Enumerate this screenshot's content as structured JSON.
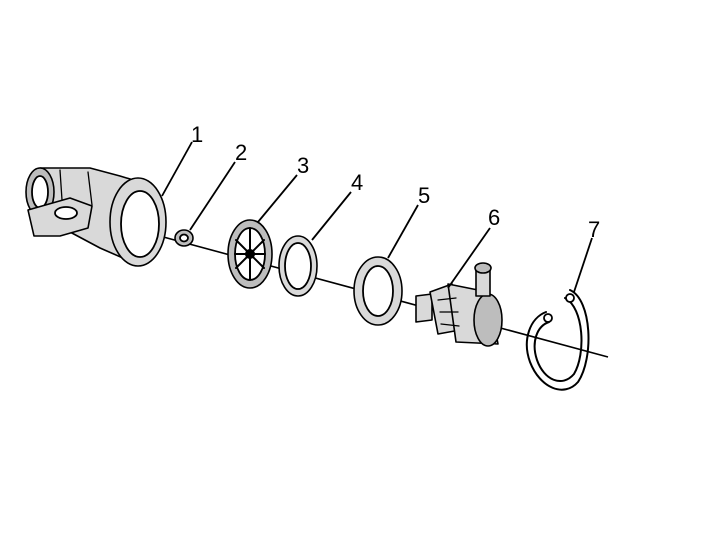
{
  "callouts": [
    {
      "id": "1",
      "label": "1"
    },
    {
      "id": "2",
      "label": "2"
    },
    {
      "id": "3",
      "label": "3"
    },
    {
      "id": "4",
      "label": "4"
    },
    {
      "id": "5",
      "label": "5"
    },
    {
      "id": "6",
      "label": "6"
    },
    {
      "id": "7",
      "label": "7"
    }
  ],
  "colors": {
    "ink": "#000000",
    "shade": "#d9d9d9",
    "background": "#ffffff"
  }
}
